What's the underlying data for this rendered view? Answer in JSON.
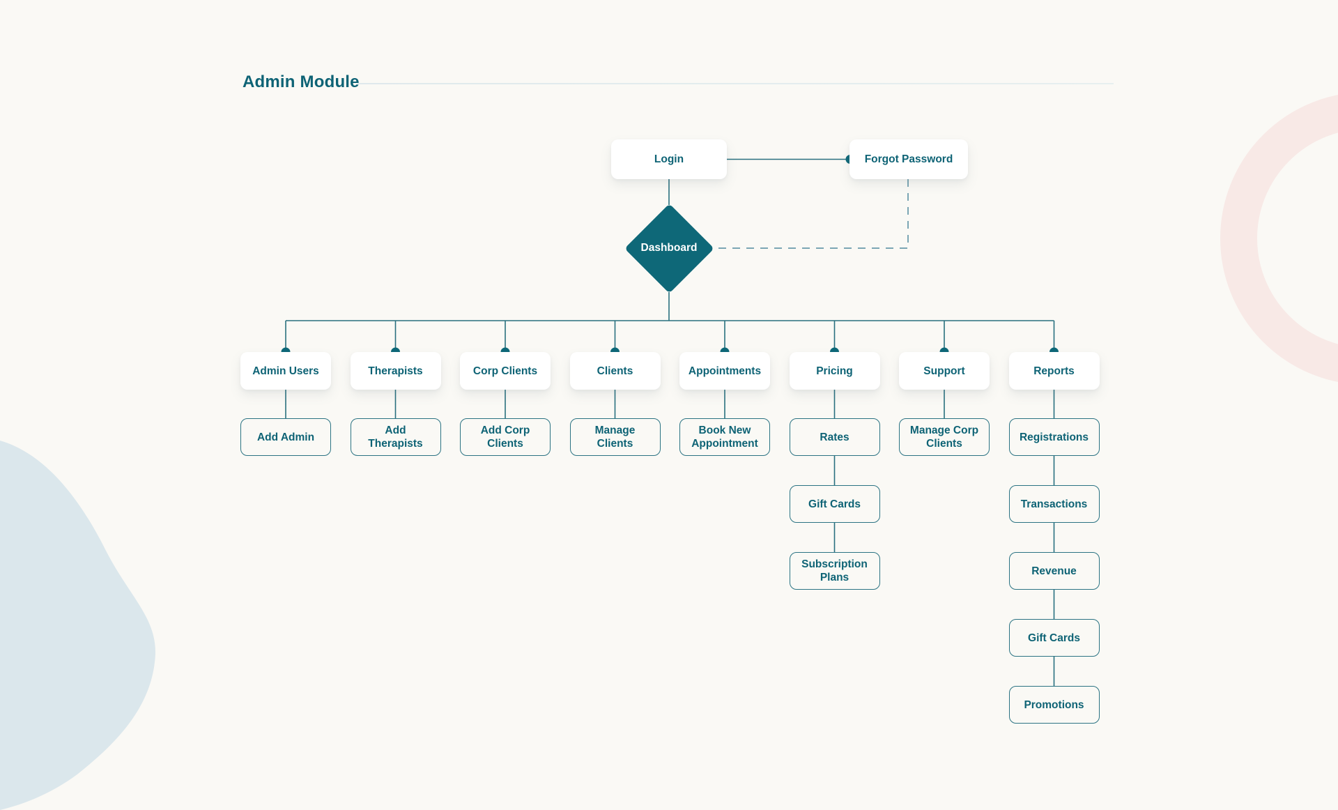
{
  "header": {
    "title": "Admin Module"
  },
  "flowchart": {
    "login": "Login",
    "forgot_password": "Forgot Password",
    "dashboard": "Dashboard",
    "branches": [
      {
        "label": "Admin Users",
        "children": [
          "Add Admin"
        ]
      },
      {
        "label": "Therapists",
        "children": [
          "Add Therapists"
        ]
      },
      {
        "label": "Corp Clients",
        "children": [
          "Add Corp Clients"
        ]
      },
      {
        "label": "Clients",
        "children": [
          "Manage Clients"
        ]
      },
      {
        "label": "Appointments",
        "children": [
          "Book New Appointment"
        ]
      },
      {
        "label": "Pricing",
        "children": [
          "Rates",
          "Gift Cards",
          "Subscription Plans"
        ]
      },
      {
        "label": "Support",
        "children": [
          "Manage Corp Clients"
        ]
      },
      {
        "label": "Reports",
        "children": [
          "Registrations",
          "Transactions",
          "Revenue",
          "Gift Cards",
          "Promotions"
        ]
      }
    ]
  },
  "colors": {
    "background": "#faf9f5",
    "accent_teal": "#0e6375",
    "diamond_fill": "#0e6878",
    "line": "#29707f",
    "dashed_line": "#7ba6b4",
    "node_border": "#2b7383",
    "node_fill_white": "#ffffff",
    "blob": "#dbe7ec",
    "ring": "#f8e9e6",
    "divider": "#dfe9ec"
  }
}
